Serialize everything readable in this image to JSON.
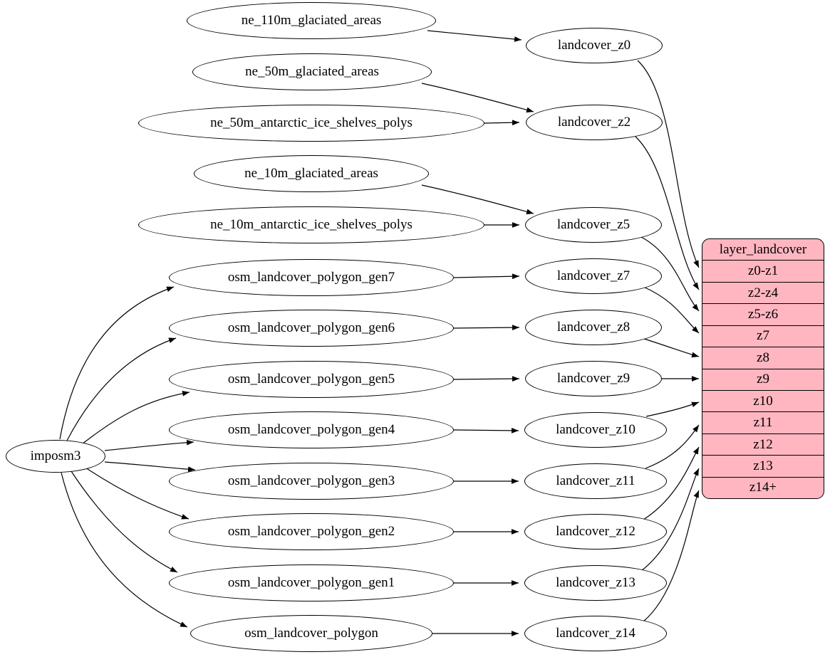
{
  "diagram": {
    "kind": "etl-dependency-graph",
    "background_color": "#ffffff",
    "node_fill": "#ffffff",
    "node_stroke": "#000000",
    "table_fill": "#ffb6c1"
  },
  "nodes": {
    "importer": "imposm3",
    "sources": [
      "ne_110m_glaciated_areas",
      "ne_50m_glaciated_areas",
      "ne_50m_antarctic_ice_shelves_polys",
      "ne_10m_glaciated_areas",
      "ne_10m_antarctic_ice_shelves_polys",
      "osm_landcover_polygon_gen7",
      "osm_landcover_polygon_gen6",
      "osm_landcover_polygon_gen5",
      "osm_landcover_polygon_gen4",
      "osm_landcover_polygon_gen3",
      "osm_landcover_polygon_gen2",
      "osm_landcover_polygon_gen1",
      "osm_landcover_polygon"
    ],
    "stages": [
      "landcover_z0",
      "landcover_z2",
      "landcover_z5",
      "landcover_z7",
      "landcover_z8",
      "landcover_z9",
      "landcover_z10",
      "landcover_z11",
      "landcover_z12",
      "landcover_z13",
      "landcover_z14"
    ]
  },
  "table": {
    "title": "layer_landcover",
    "rows": [
      "z0-z1",
      "z2-z4",
      "z5-z6",
      "z7",
      "z8",
      "z9",
      "z10",
      "z11",
      "z12",
      "z13",
      "z14+"
    ]
  },
  "edges": [
    [
      "imposm3",
      "osm_landcover_polygon_gen7"
    ],
    [
      "imposm3",
      "osm_landcover_polygon_gen6"
    ],
    [
      "imposm3",
      "osm_landcover_polygon_gen5"
    ],
    [
      "imposm3",
      "osm_landcover_polygon_gen4"
    ],
    [
      "imposm3",
      "osm_landcover_polygon_gen3"
    ],
    [
      "imposm3",
      "osm_landcover_polygon_gen2"
    ],
    [
      "imposm3",
      "osm_landcover_polygon_gen1"
    ],
    [
      "imposm3",
      "osm_landcover_polygon"
    ],
    [
      "ne_110m_glaciated_areas",
      "landcover_z0"
    ],
    [
      "ne_50m_glaciated_areas",
      "landcover_z2"
    ],
    [
      "ne_50m_antarctic_ice_shelves_polys",
      "landcover_z2"
    ],
    [
      "ne_10m_glaciated_areas",
      "landcover_z5"
    ],
    [
      "ne_10m_antarctic_ice_shelves_polys",
      "landcover_z5"
    ],
    [
      "osm_landcover_polygon_gen7",
      "landcover_z7"
    ],
    [
      "osm_landcover_polygon_gen6",
      "landcover_z8"
    ],
    [
      "osm_landcover_polygon_gen5",
      "landcover_z9"
    ],
    [
      "osm_landcover_polygon_gen4",
      "landcover_z10"
    ],
    [
      "osm_landcover_polygon_gen3",
      "landcover_z11"
    ],
    [
      "osm_landcover_polygon_gen2",
      "landcover_z12"
    ],
    [
      "osm_landcover_polygon_gen1",
      "landcover_z13"
    ],
    [
      "osm_landcover_polygon",
      "landcover_z14"
    ],
    [
      "landcover_z0",
      "layer_landcover:z0-z1"
    ],
    [
      "landcover_z2",
      "layer_landcover:z2-z4"
    ],
    [
      "landcover_z5",
      "layer_landcover:z5-z6"
    ],
    [
      "landcover_z7",
      "layer_landcover:z7"
    ],
    [
      "landcover_z8",
      "layer_landcover:z8"
    ],
    [
      "landcover_z9",
      "layer_landcover:z9"
    ],
    [
      "landcover_z10",
      "layer_landcover:z10"
    ],
    [
      "landcover_z11",
      "layer_landcover:z11"
    ],
    [
      "landcover_z12",
      "layer_landcover:z12"
    ],
    [
      "landcover_z13",
      "layer_landcover:z13"
    ],
    [
      "landcover_z14",
      "layer_landcover:z14+"
    ]
  ]
}
